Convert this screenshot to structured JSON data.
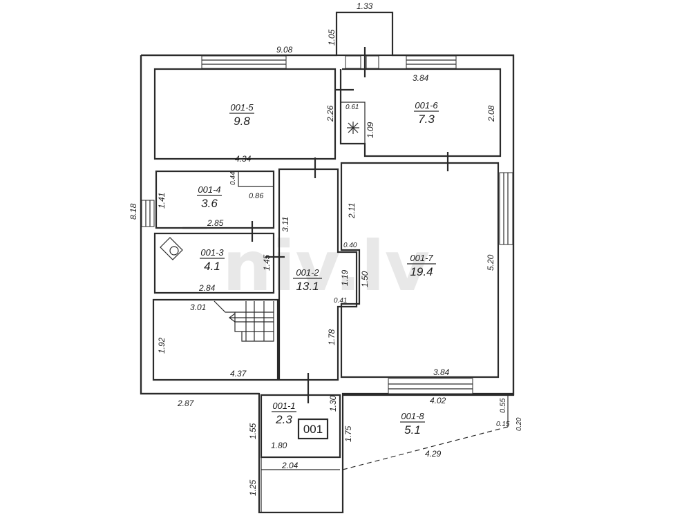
{
  "watermark": "niv.lv",
  "plan_tag": "001",
  "rooms": [
    {
      "id": "001-1",
      "area": "2.3"
    },
    {
      "id": "001-2",
      "area": "13.1"
    },
    {
      "id": "001-3",
      "area": "4.1"
    },
    {
      "id": "001-4",
      "area": "3.6"
    },
    {
      "id": "001-5",
      "area": "9.8"
    },
    {
      "id": "001-6",
      "area": "7.3"
    },
    {
      "id": "001-7",
      "area": "19.4"
    },
    {
      "id": "001-8",
      "area": "5.1"
    }
  ],
  "dimensions": [
    "1.33",
    "1.05",
    "9.08",
    "3.84",
    "2.26",
    "0.61",
    "2.08",
    "1.09",
    "4.34",
    "0.44",
    "1.41",
    "0.86",
    "8.18",
    "3.11",
    "2.11",
    "2.85",
    "0.40",
    "1.45",
    "5.20",
    "1.19",
    "1.50",
    "2.84",
    "0.41",
    "3.01",
    "1.92",
    "1.78",
    "4.37",
    "3.84",
    "2.87",
    "4.02",
    "0.55",
    "1.30",
    "0.15",
    "0.20",
    "1.55",
    "1.75",
    "1.80",
    "4.29",
    "2.04",
    "1.25"
  ]
}
